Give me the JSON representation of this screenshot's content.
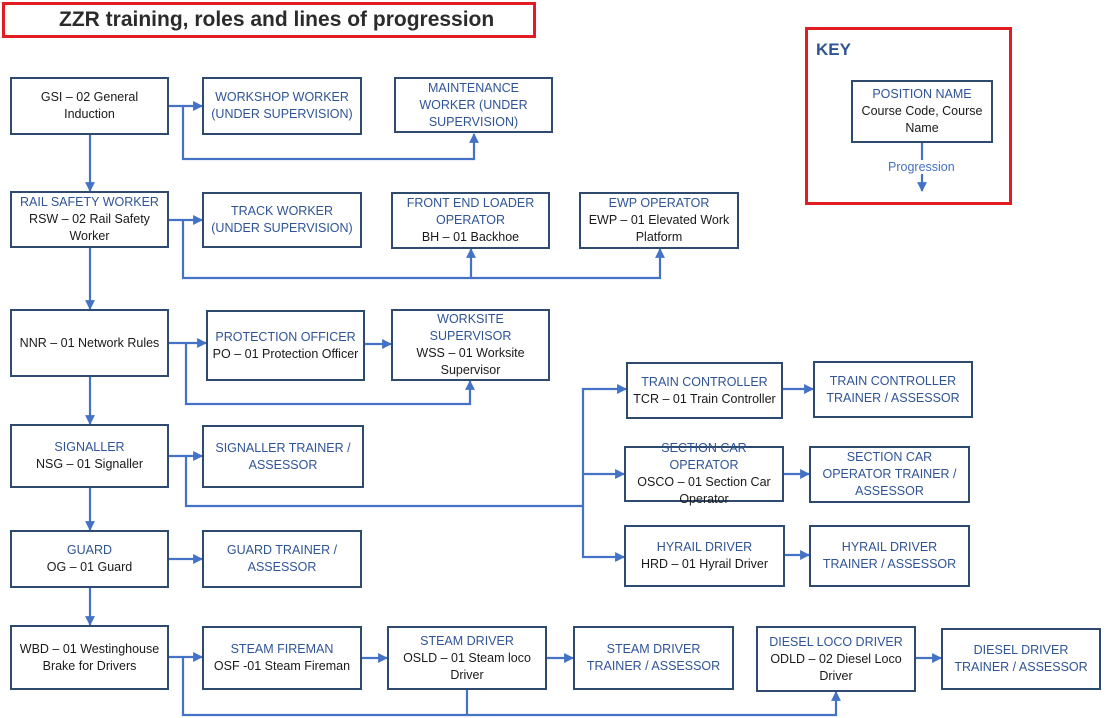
{
  "title": "ZZR training, roles and lines of progression",
  "key": {
    "heading": "KEY",
    "position": "POSITION NAME",
    "course": "Course Code, Course Name",
    "progression": "Progression"
  },
  "boxes": {
    "gsi": {
      "position": "",
      "course": "GSI – 02 General Induction"
    },
    "workshop": {
      "position": "WORKSHOP WORKER (UNDER SUPERVISION)",
      "course": ""
    },
    "maintenance": {
      "position": "MAINTENANCE WORKER (UNDER SUPERVISION)",
      "course": ""
    },
    "rsw": {
      "position": "RAIL SAFETY WORKER",
      "course": "RSW – 02 Rail Safety Worker"
    },
    "track": {
      "position": "TRACK WORKER (UNDER SUPERVISION)",
      "course": ""
    },
    "fel": {
      "position": "FRONT END LOADER OPERATOR",
      "course": "BH – 01 Backhoe"
    },
    "ewp": {
      "position": "EWP OPERATOR",
      "course": "EWP – 01 Elevated Work Platform"
    },
    "nnr": {
      "position": "",
      "course": "NNR – 01 Network Rules"
    },
    "po": {
      "position": "PROTECTION OFFICER",
      "course": "PO – 01 Protection Officer"
    },
    "wss": {
      "position": "WORKSITE SUPERVISOR",
      "course": "WSS – 01 Worksite Supervisor"
    },
    "tc": {
      "position": "TRAIN CONTROLLER",
      "course": "TCR – 01 Train Controller"
    },
    "tct": {
      "position": "TRAIN CONTROLLER TRAINER / ASSESSOR",
      "course": ""
    },
    "sig": {
      "position": "SIGNALLER",
      "course": "NSG – 01 Signaller"
    },
    "sigt": {
      "position": "SIGNALLER TRAINER / ASSESSOR",
      "course": ""
    },
    "sco": {
      "position": "SECTION CAR OPERATOR",
      "course": "OSCO – 01 Section Car Operator"
    },
    "scot": {
      "position": "SECTION CAR OPERATOR TRAINER / ASSESSOR",
      "course": ""
    },
    "hy": {
      "position": "HYRAIL DRIVER",
      "course": "HRD – 01 Hyrail  Driver"
    },
    "hyt": {
      "position": "HYRAIL DRIVER TRAINER / ASSESSOR",
      "course": ""
    },
    "guard": {
      "position": "GUARD",
      "course": "OG – 01 Guard"
    },
    "guardt": {
      "position": "GUARD TRAINER / ASSESSOR",
      "course": ""
    },
    "wbd": {
      "position": "",
      "course": "WBD – 01 Westinghouse Brake for Drivers"
    },
    "sf": {
      "position": "STEAM FIREMAN",
      "course": "OSF -01 Steam Fireman"
    },
    "sd": {
      "position": "STEAM DRIVER",
      "course": "OSLD – 01 Steam loco Driver"
    },
    "sdt": {
      "position": "STEAM DRIVER TRAINER / ASSESSOR",
      "course": ""
    },
    "dl": {
      "position": "DIESEL LOCO DRIVER",
      "course": "ODLD – 02 Diesel Loco Driver"
    },
    "dlt": {
      "position": "DIESEL DRIVER TRAINER / ASSESSOR",
      "course": ""
    }
  },
  "colors": {
    "border": "#2e4a6e",
    "arrow": "#4472c4",
    "accent": "#e31b23",
    "position_text": "#2f5496"
  }
}
